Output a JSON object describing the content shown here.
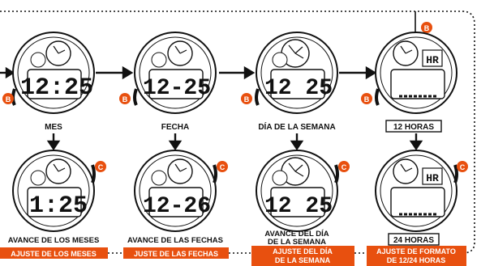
{
  "top_row": [
    {
      "id": "mes",
      "caption": "MES",
      "display": "12:25",
      "button": "B"
    },
    {
      "id": "fecha",
      "caption": "FECHA",
      "display": "12-25",
      "button": "B"
    },
    {
      "id": "dia",
      "caption": "DÍA DE LA SEMANA",
      "display": "12 25",
      "button": "B"
    },
    {
      "id": "doce",
      "caption": "12 HORAS",
      "display": "HR",
      "button": "B",
      "boxed": true
    }
  ],
  "bottom_row": [
    {
      "id": "avance-meses",
      "caption": "AVANCE DE LOS MESES",
      "display": "1:25",
      "button": "C",
      "tag": "AJUSTE DE LOS MESES"
    },
    {
      "id": "avance-fechas",
      "caption": "AVANCE DE LAS FECHAS",
      "display": "12-26",
      "button": "C",
      "tag": "JUSTE DE LAS FECHAS"
    },
    {
      "id": "avance-dia",
      "caption_lines": [
        "AVANCE DEL DÍA",
        "DE LA SEMANA"
      ],
      "display": "12 25",
      "button": "C",
      "tag_lines": [
        "AJUSTE DEL DÍA",
        "DE LA SEMANA"
      ]
    },
    {
      "id": "veinticuatro",
      "caption": "24 HORAS",
      "display": "HR",
      "button": "C",
      "boxed": true,
      "tag_lines": [
        "AJUSTE DE FORMATO",
        "DE 12/24 HORAS"
      ]
    }
  ],
  "top_right_button": "B",
  "colors": {
    "accent": "#e8500f",
    "ink": "#111111",
    "tag_bg": "#e8500f"
  }
}
